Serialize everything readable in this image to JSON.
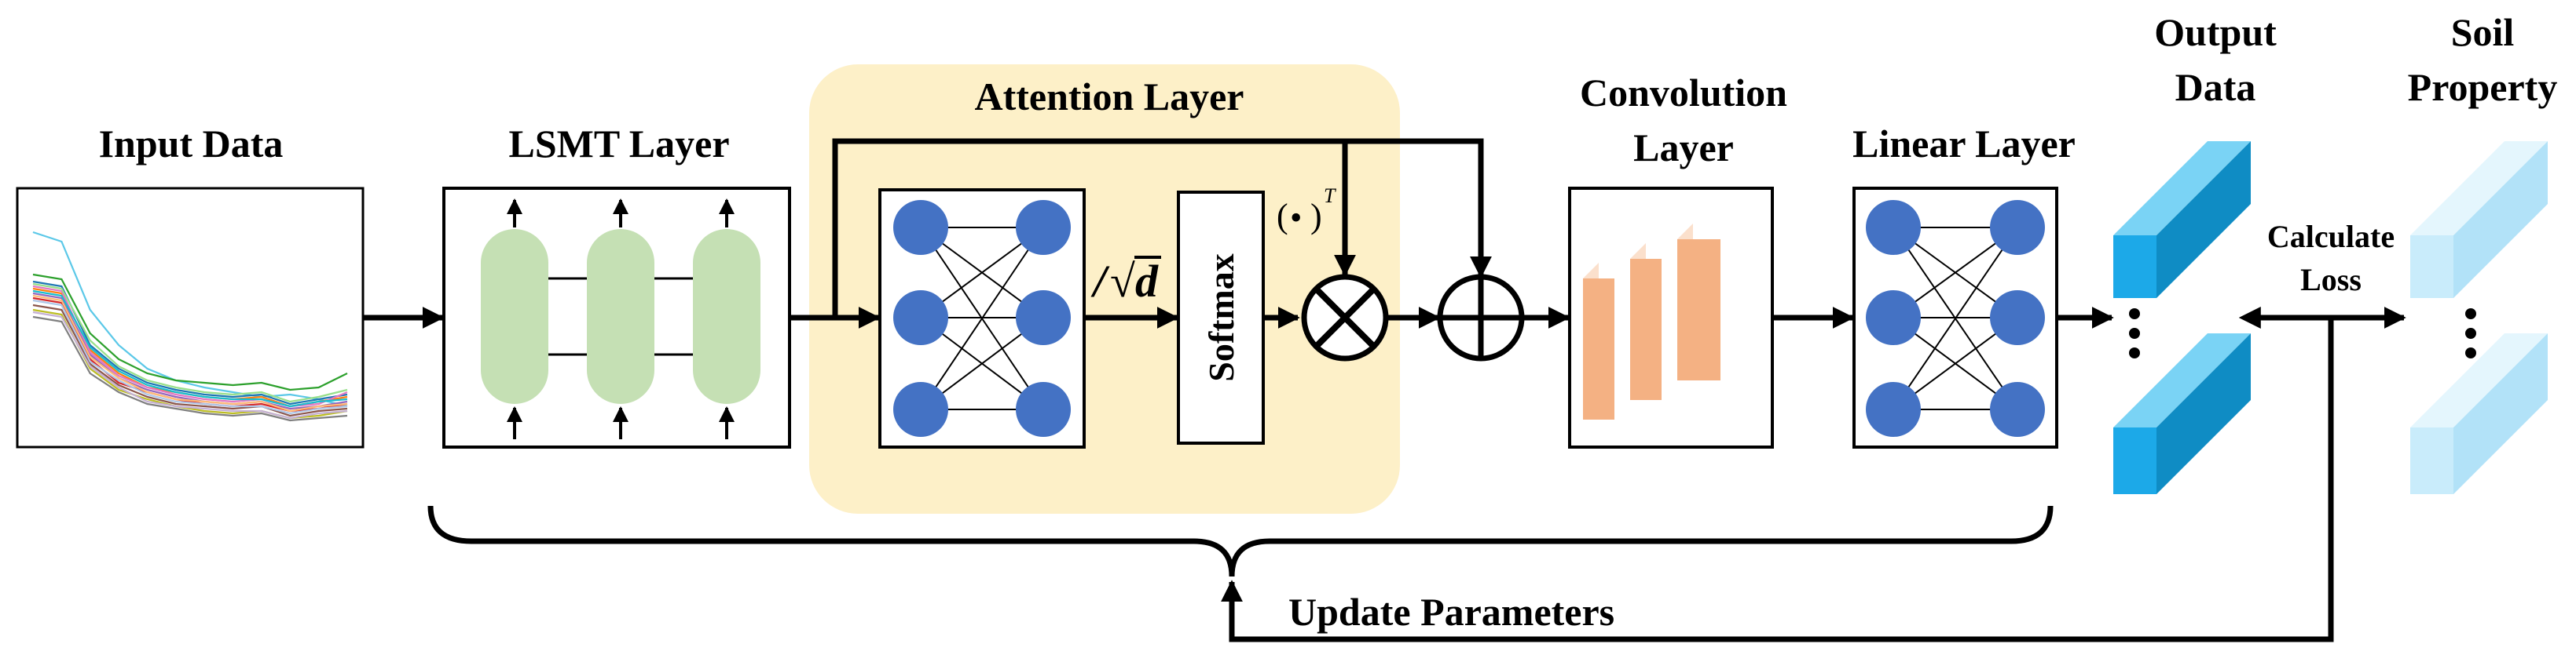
{
  "labels": {
    "input_data": "Input Data",
    "lstm_layer": "LSMT Layer",
    "attention_layer": "Attention Layer",
    "convolution_line1": "Convolution",
    "convolution_line2": "Layer",
    "linear_layer": "Linear Layer",
    "output_line1": "Output",
    "output_line2": "Data",
    "soil_line1": "Soil",
    "soil_line2": "Property",
    "softmax": "Softmax",
    "scale_slash": "/",
    "scale_sqrt": "√",
    "scale_d": "d",
    "transpose_open": "(",
    "transpose_dot": "•",
    "transpose_close": ")",
    "transpose_sup": "T",
    "calc_line1": "Calculate",
    "calc_line2": "Loss",
    "update_parameters": "Update Parameters"
  },
  "colors": {
    "attention_bg": "#fdf0c8",
    "lstm_cell": "#c5e0b4",
    "neuron": "#4472c4",
    "conv_front": "#f4b183",
    "conv_side": "#f8cbad",
    "output_front": "#1ca9e8",
    "output_top": "#7ad3f5",
    "output_side": "#0f8cc4",
    "soil_front": "#c9ecfb",
    "soil_top": "#e4f6fd",
    "soil_side": "#b2e2f8"
  },
  "spectra": {
    "curves": [
      {
        "color": "#5bc8e8",
        "values": [
          0.12,
          0.16,
          0.45,
          0.6,
          0.7,
          0.75,
          0.78,
          0.8,
          0.82,
          0.81,
          0.83,
          0.86
        ]
      },
      {
        "color": "#2ca02c",
        "values": [
          0.3,
          0.32,
          0.55,
          0.66,
          0.72,
          0.75,
          0.76,
          0.77,
          0.76,
          0.79,
          0.78,
          0.72
        ]
      },
      {
        "color": "#ff7f0e",
        "values": [
          0.36,
          0.38,
          0.62,
          0.72,
          0.78,
          0.8,
          0.82,
          0.83,
          0.82,
          0.86,
          0.84,
          0.82
        ]
      },
      {
        "color": "#1f77b4",
        "values": [
          0.33,
          0.35,
          0.6,
          0.7,
          0.76,
          0.79,
          0.81,
          0.82,
          0.81,
          0.85,
          0.83,
          0.81
        ]
      },
      {
        "color": "#d62728",
        "values": [
          0.4,
          0.42,
          0.66,
          0.76,
          0.8,
          0.83,
          0.85,
          0.86,
          0.85,
          0.88,
          0.87,
          0.85
        ]
      },
      {
        "color": "#9467bd",
        "values": [
          0.38,
          0.4,
          0.64,
          0.74,
          0.79,
          0.82,
          0.84,
          0.85,
          0.84,
          0.87,
          0.86,
          0.84
        ]
      },
      {
        "color": "#8c564b",
        "values": [
          0.43,
          0.45,
          0.68,
          0.77,
          0.82,
          0.85,
          0.86,
          0.87,
          0.86,
          0.9,
          0.88,
          0.87
        ]
      },
      {
        "color": "#e377c2",
        "values": [
          0.35,
          0.37,
          0.63,
          0.73,
          0.78,
          0.81,
          0.83,
          0.84,
          0.83,
          0.86,
          0.85,
          0.8
        ]
      },
      {
        "color": "#bcbd22",
        "values": [
          0.45,
          0.47,
          0.7,
          0.79,
          0.83,
          0.86,
          0.88,
          0.89,
          0.88,
          0.91,
          0.9,
          0.88
        ]
      },
      {
        "color": "#17becf",
        "values": [
          0.37,
          0.39,
          0.61,
          0.71,
          0.77,
          0.8,
          0.82,
          0.83,
          0.83,
          0.86,
          0.84,
          0.83
        ]
      },
      {
        "color": "#7f7f7f",
        "values": [
          0.48,
          0.5,
          0.72,
          0.8,
          0.85,
          0.87,
          0.89,
          0.9,
          0.89,
          0.92,
          0.91,
          0.9
        ]
      },
      {
        "color": "#aec7e8",
        "values": [
          0.41,
          0.43,
          0.67,
          0.75,
          0.81,
          0.84,
          0.85,
          0.86,
          0.86,
          0.89,
          0.87,
          0.86
        ]
      },
      {
        "color": "#98df8a",
        "values": [
          0.34,
          0.36,
          0.58,
          0.69,
          0.75,
          0.78,
          0.8,
          0.81,
          0.8,
          0.84,
          0.82,
          0.79
        ]
      },
      {
        "color": "#c5b0d5",
        "values": [
          0.46,
          0.48,
          0.69,
          0.78,
          0.84,
          0.86,
          0.87,
          0.88,
          0.88,
          0.91,
          0.89,
          0.88
        ]
      },
      {
        "color": "#ffbb78",
        "values": [
          0.39,
          0.41,
          0.65,
          0.74,
          0.8,
          0.83,
          0.84,
          0.85,
          0.84,
          0.88,
          0.86,
          0.85
        ]
      }
    ]
  }
}
